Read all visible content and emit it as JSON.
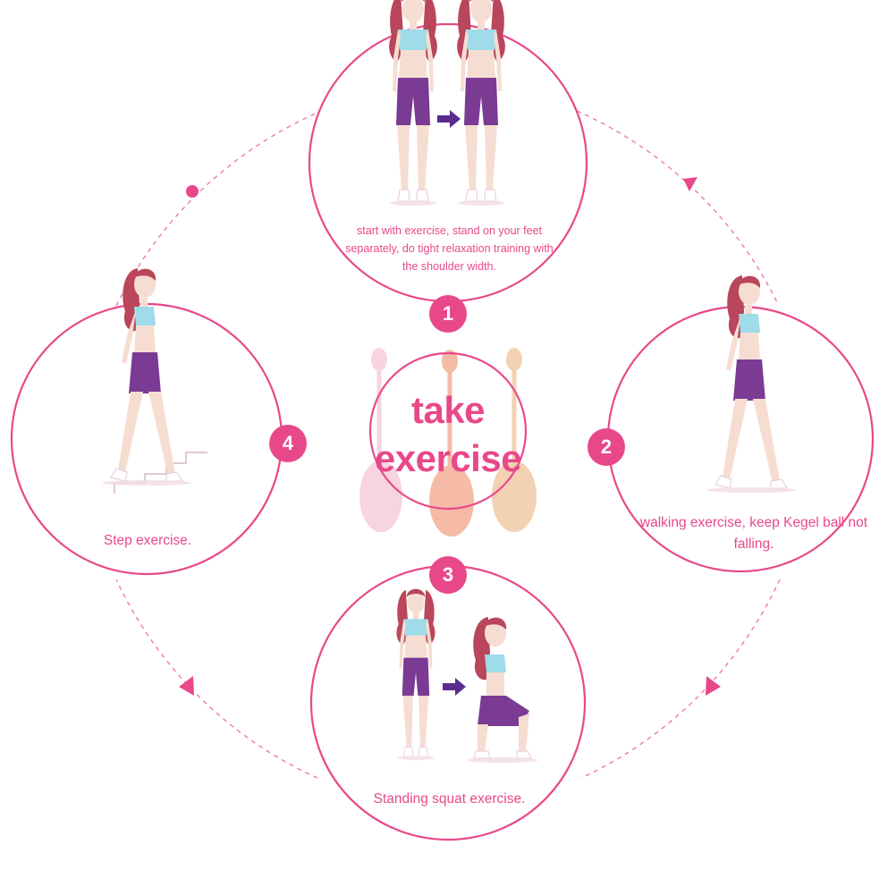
{
  "center": {
    "title_line1": "take",
    "title_line2": "exercise"
  },
  "steps": [
    {
      "number": "1",
      "caption": "start with exercise, stand on your feet separately, do tight relaxation training with the shoulder width."
    },
    {
      "number": "2",
      "caption": "walking exercise, keep Kegel ball not falling."
    },
    {
      "number": "3",
      "caption": "Standing squat exercise."
    },
    {
      "number": "4",
      "caption": "Step exercise."
    }
  ],
  "colors": {
    "accent": "#e8488a",
    "top_color": "#9fdbe8",
    "shorts_color": "#7b3a93",
    "hair_color": "#b9465a",
    "arrow_color": "#5b2c8e",
    "ball_pink": "#f5c6d6",
    "ball_coral": "#f2a58a",
    "ball_peach": "#efc29a"
  }
}
